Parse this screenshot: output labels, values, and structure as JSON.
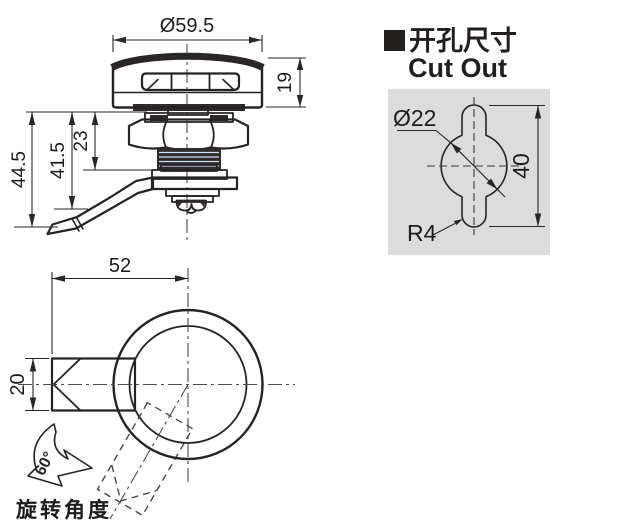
{
  "colors": {
    "body_fill": "#c8daee",
    "panel_fill": "#dcdcdc",
    "line_dark": "#272324"
  },
  "front_view": {
    "dim_diameter": "Ø59.5",
    "dim_head_height": "19",
    "dim_overall_height": "44.5",
    "dim_to_lever": "41.5",
    "dim_to_mount_plate": "23"
  },
  "cutout": {
    "heading_zh": "开孔尺寸",
    "heading_en": "Cut Out",
    "dim_hole_diameter": "Ø22",
    "dim_height": "40",
    "dim_corner_radius": "R4"
  },
  "top_view": {
    "dim_length": "52",
    "dim_handle_width": "20",
    "dim_rotation_angle": "60°",
    "rotation_label_zh": "旋转角度"
  }
}
